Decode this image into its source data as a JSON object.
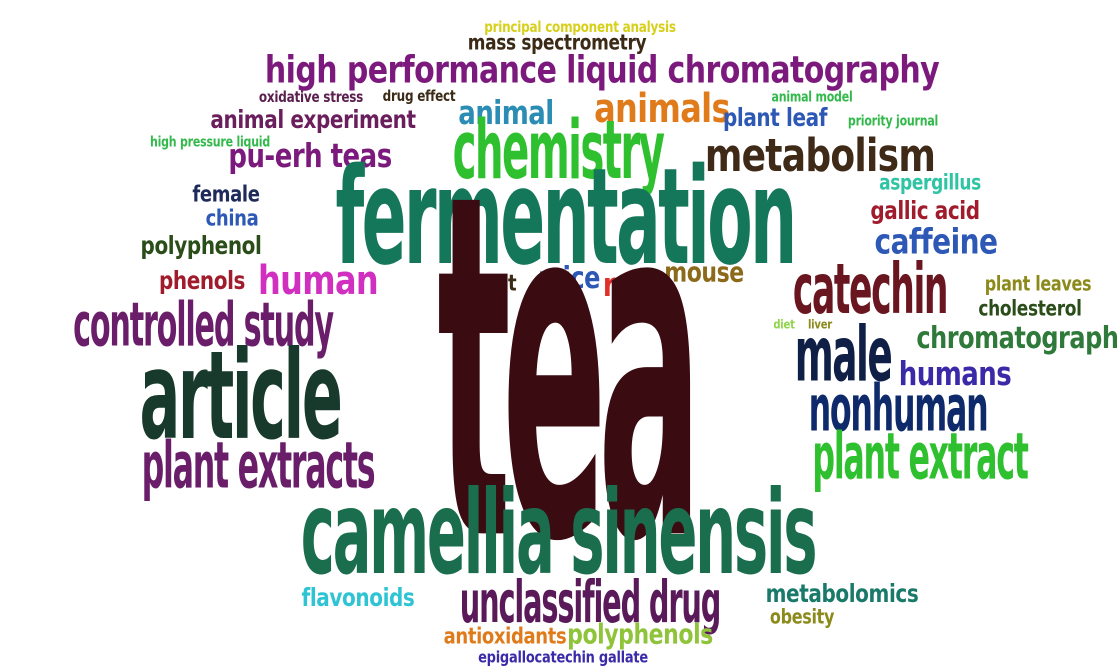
{
  "words": [
    {
      "id": "principal-component-analysis",
      "text": "principal component analysis",
      "color": "#d7d01a"
    },
    {
      "id": "mass-spectrometry",
      "text": "mass spectrometry",
      "color": "#3b2a16"
    },
    {
      "id": "high-performance-liquid-chromatography",
      "text": "high performance liquid chromatography",
      "color": "#7b1a7c"
    },
    {
      "id": "oxidative-stress",
      "text": "oxidative stress",
      "color": "#5a1f4e"
    },
    {
      "id": "drug-effect",
      "text": "drug effect",
      "color": "#3b2a16"
    },
    {
      "id": "animal-model",
      "text": "animal model",
      "color": "#33b94b"
    },
    {
      "id": "animal-experiment",
      "text": "animal experiment",
      "color": "#6a1e5c"
    },
    {
      "id": "animal",
      "text": "animal",
      "color": "#2b8db3"
    },
    {
      "id": "animals",
      "text": "animals",
      "color": "#e07b1c"
    },
    {
      "id": "plant-leaf",
      "text": "plant leaf",
      "color": "#2d58b5"
    },
    {
      "id": "priority-journal",
      "text": "priority journal",
      "color": "#33b94b"
    },
    {
      "id": "high-pressure-liquid",
      "text": "high pressure liquid",
      "color": "#33b94b"
    },
    {
      "id": "chemistry",
      "text": "chemistry",
      "color": "#2ec02e"
    },
    {
      "id": "pu-erh-teas",
      "text": "pu-erh teas",
      "color": "#7b1a7c"
    },
    {
      "id": "metabolism",
      "text": "metabolism",
      "color": "#3f2a18"
    },
    {
      "id": "female",
      "text": "female",
      "color": "#1e2a5a"
    },
    {
      "id": "aspergillus",
      "text": "aspergillus",
      "color": "#2fc4a4"
    },
    {
      "id": "fermentation",
      "text": "fermentation",
      "color": "#15775a"
    },
    {
      "id": "china",
      "text": "china",
      "color": "#2d58b5"
    },
    {
      "id": "gallic-acid",
      "text": "gallic acid",
      "color": "#a01c2c"
    },
    {
      "id": "polyphenol",
      "text": "polyphenol",
      "color": "#2a4d1a"
    },
    {
      "id": "caffeine",
      "text": "caffeine",
      "color": "#2d58b5"
    },
    {
      "id": "phenols",
      "text": "phenols",
      "color": "#a01c2c"
    },
    {
      "id": "human",
      "text": "human",
      "color": "#d02fc0"
    },
    {
      "id": "rat",
      "text": "rat",
      "color": "#3b2a16"
    },
    {
      "id": "mice",
      "text": "mice",
      "color": "#2d58b5"
    },
    {
      "id": "rats",
      "text": "rats",
      "color": "#e0302a"
    },
    {
      "id": "mouse",
      "text": "mouse",
      "color": "#8b6a1a"
    },
    {
      "id": "catechin",
      "text": "catechin",
      "color": "#6a1620"
    },
    {
      "id": "plant-leaves",
      "text": "plant leaves",
      "color": "#8b8a1a"
    },
    {
      "id": "controlled-study",
      "text": "controlled study",
      "color": "#6a1e6a"
    },
    {
      "id": "cholesterol",
      "text": "cholesterol",
      "color": "#2a4d1a"
    },
    {
      "id": "diet",
      "text": "diet",
      "color": "#8fd44a"
    },
    {
      "id": "liver",
      "text": "liver",
      "color": "#8b8a1a"
    },
    {
      "id": "chromatography",
      "text": "chromatography",
      "color": "#2f7a3a"
    },
    {
      "id": "tea",
      "text": "tea",
      "color": "#3a0c12"
    },
    {
      "id": "article",
      "text": "article",
      "color": "#183a2c"
    },
    {
      "id": "male",
      "text": "male",
      "color": "#0f1f45"
    },
    {
      "id": "humans",
      "text": "humans",
      "color": "#3a2aa8"
    },
    {
      "id": "nonhuman",
      "text": "nonhuman",
      "color": "#0f2a6a"
    },
    {
      "id": "plant-extracts",
      "text": "plant extracts",
      "color": "#6a1e6a"
    },
    {
      "id": "plant-extract",
      "text": "plant extract",
      "color": "#2ec02e"
    },
    {
      "id": "camellia-sinensis",
      "text": "camellia sinensis",
      "color": "#1a6e4e"
    },
    {
      "id": "flavonoids",
      "text": "flavonoids",
      "color": "#2fc4d4"
    },
    {
      "id": "unclassified-drug",
      "text": "unclassified drug",
      "color": "#5a1a5a"
    },
    {
      "id": "metabolomics",
      "text": "metabolomics",
      "color": "#1a7a6a"
    },
    {
      "id": "obesity",
      "text": "obesity",
      "color": "#8b8a1a"
    },
    {
      "id": "antioxidants",
      "text": "antioxidants",
      "color": "#e07b1c"
    },
    {
      "id": "polyphenols",
      "text": "polyphenols",
      "color": "#8fc43a"
    },
    {
      "id": "epigallocatechin-gallate",
      "text": "epigallocatechin gallate",
      "color": "#3a2aa8"
    }
  ]
}
